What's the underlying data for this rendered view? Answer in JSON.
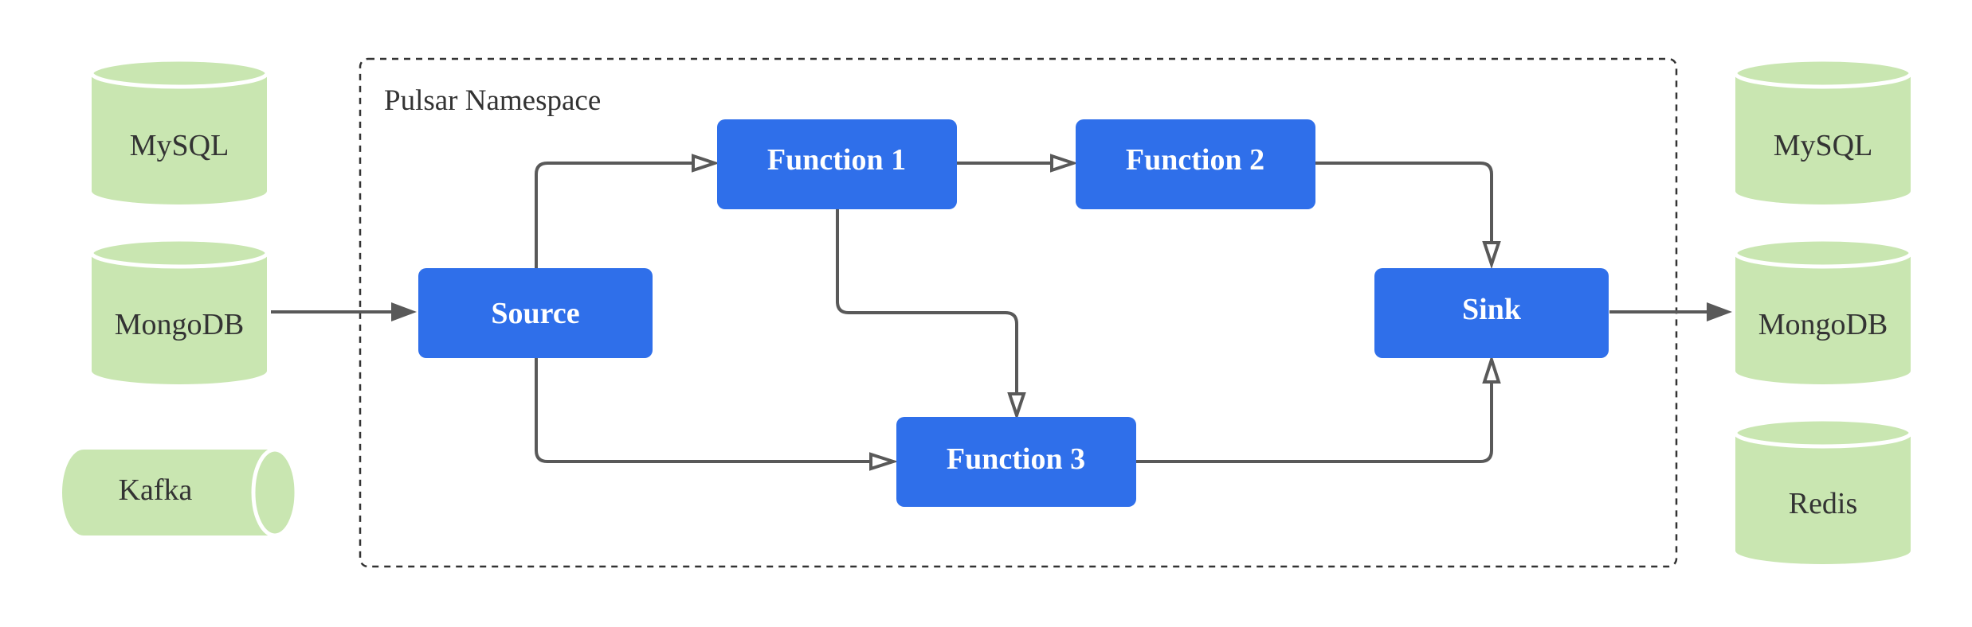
{
  "diagram": {
    "namespace_label": "Pulsar Namespace",
    "colors": {
      "box_fill": "#2f6fea",
      "box_text": "#ffffff",
      "db_fill": "#c9e6b1",
      "db_rim": "#ffffff",
      "edge": "#595959",
      "text": "#333333"
    },
    "nodes": {
      "source": "Source",
      "function1": "Function 1",
      "function2": "Function 2",
      "function3": "Function 3",
      "sink": "Sink"
    },
    "inputs": {
      "mysql": "MySQL",
      "mongodb": "MongoDB",
      "kafka": "Kafka"
    },
    "outputs": {
      "mysql": "MySQL",
      "mongodb": "MongoDB",
      "redis": "Redis"
    },
    "edges": [
      {
        "from": "MongoDB",
        "to": "Source"
      },
      {
        "from": "Source",
        "to": "Function 1"
      },
      {
        "from": "Source",
        "to": "Function 3"
      },
      {
        "from": "Function 1",
        "to": "Function 2"
      },
      {
        "from": "Function 1",
        "to": "Function 3"
      },
      {
        "from": "Function 2",
        "to": "Sink"
      },
      {
        "from": "Function 3",
        "to": "Sink"
      },
      {
        "from": "Sink",
        "to": "MongoDB"
      }
    ]
  }
}
